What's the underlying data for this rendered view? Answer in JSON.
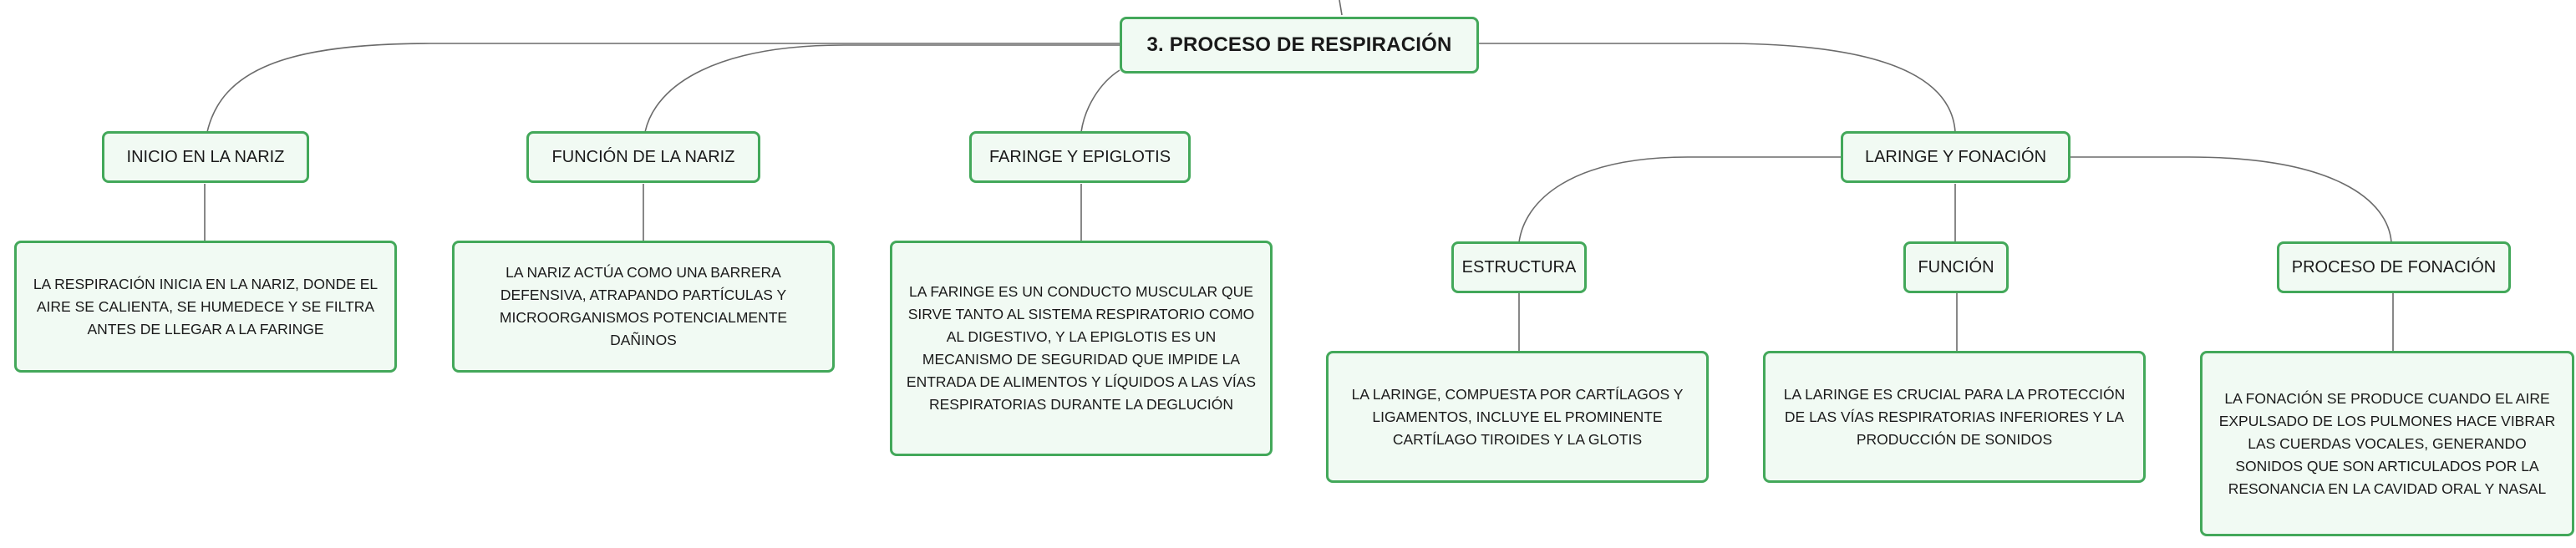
{
  "root": {
    "label": "3. PROCESO DE RESPIRACIÓN"
  },
  "topics": [
    {
      "label": "INICIO EN LA NARIZ",
      "text": "LA RESPIRACIÓN INICIA EN LA NARIZ, DONDE EL AIRE SE CALIENTA, SE HUMEDECE Y SE FILTRA ANTES DE LLEGAR A LA FARINGE"
    },
    {
      "label": "FUNCIÓN DE LA NARIZ",
      "text": "LA NARIZ ACTÚA COMO UNA BARRERA DEFENSIVA, ATRAPANDO PARTÍCULAS Y MICROORGANISMOS POTENCIALMENTE DAÑINOS"
    },
    {
      "label": "FARINGE Y EPIGLOTIS",
      "text": "LA FARINGE ES UN CONDUCTO MUSCULAR QUE SIRVE TANTO AL SISTEMA RESPIRATORIO COMO AL DIGESTIVO, Y LA EPIGLOTIS ES UN MECANISMO DE SEGURIDAD QUE IMPIDE LA ENTRADA DE ALIMENTOS Y LÍQUIDOS A LAS VÍAS RESPIRATORIAS DURANTE LA DEGLUCIÓN"
    },
    {
      "label": "LARINGE Y FONACIÓN",
      "subtopics": [
        {
          "label": "ESTRUCTURA",
          "text": "LA LARINGE, COMPUESTA POR CARTÍLAGOS Y LIGAMENTOS, INCLUYE EL PROMINENTE CARTÍLAGO TIROIDES Y LA GLOTIS"
        },
        {
          "label": "FUNCIÓN",
          "text": "LA LARINGE ES CRUCIAL PARA LA PROTECCIÓN DE LAS VÍAS RESPIRATORIAS INFERIORES Y LA PRODUCCIÓN DE SONIDOS"
        },
        {
          "label": "PROCESO DE FONACIÓN",
          "text": "LA FONACIÓN SE PRODUCE CUANDO EL AIRE EXPULSADO DE LOS PULMONES HACE VIBRAR LAS CUERDAS VOCALES, GENERANDO SONIDOS QUE SON ARTICULADOS POR LA RESONANCIA EN LA CAVIDAD ORAL Y NASAL"
        }
      ]
    }
  ],
  "colors": {
    "node_border": "#43a85a",
    "node_fill": "#f1faf3",
    "connector": "#6b6b6b",
    "text": "#1a1a1a"
  }
}
